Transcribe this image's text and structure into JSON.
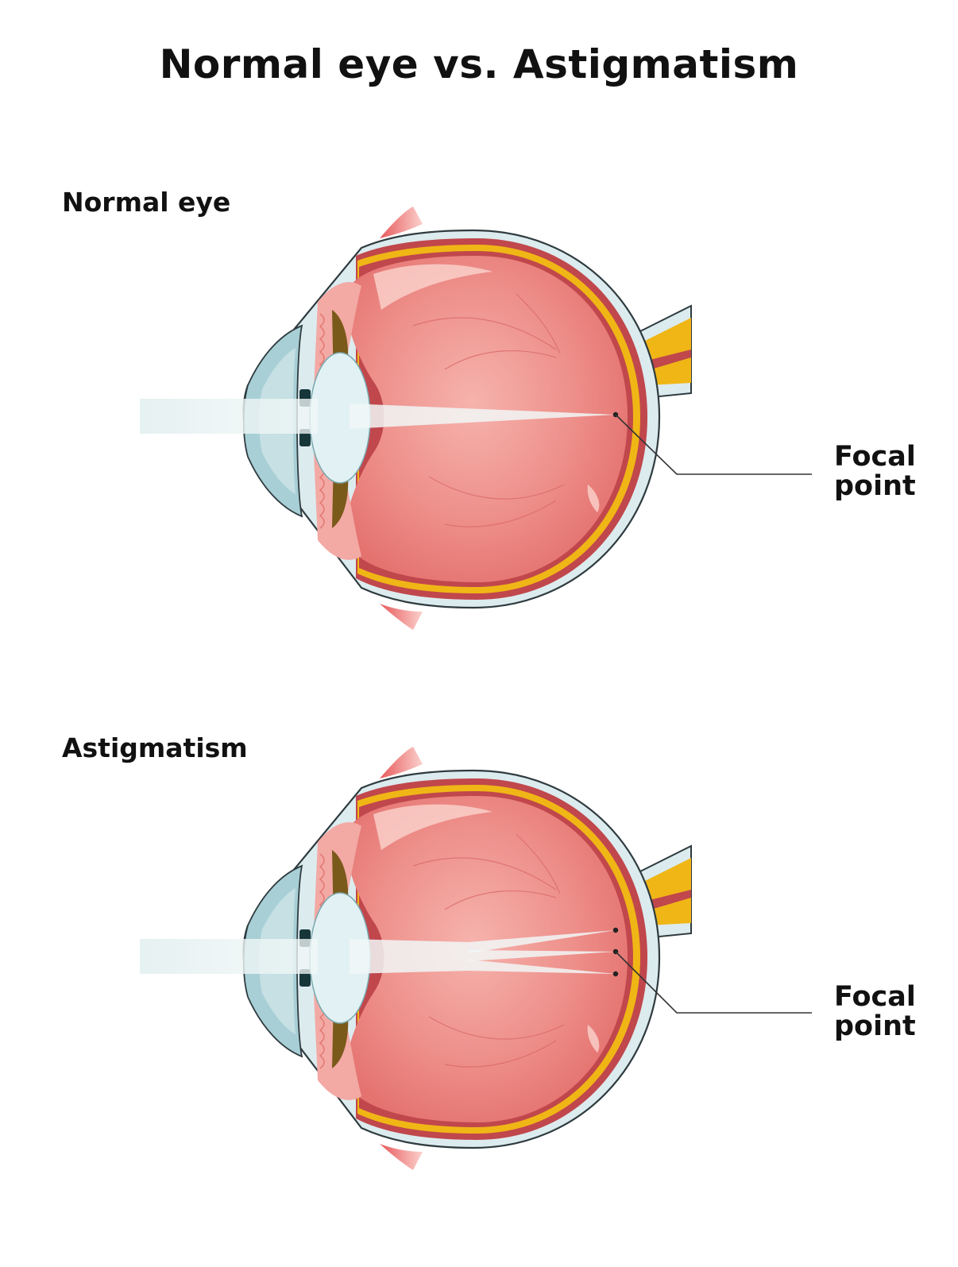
{
  "title": "Normal eye vs. Astigmatism",
  "panels": [
    {
      "heading": "Normal eye",
      "focal_label": {
        "line1": "Focal",
        "line2": "point"
      },
      "focal_point_count": 1
    },
    {
      "heading": "Astigmatism",
      "focal_label": {
        "line1": "Focal",
        "line2": "point"
      },
      "focal_point_count": 3
    }
  ],
  "colors": {
    "sclera": "#dcebee",
    "choroid": "#c0474c",
    "retina_yellow": "#f0b616",
    "vitreous": "#ec8a86",
    "vitreous_light": "#f6b5ae",
    "cornea": "#a8cfd6",
    "lens": "#e2f1f3",
    "iris": "#7a5a1a",
    "light_beam": "#e6f2f3",
    "outline": "#2f3b3f"
  }
}
